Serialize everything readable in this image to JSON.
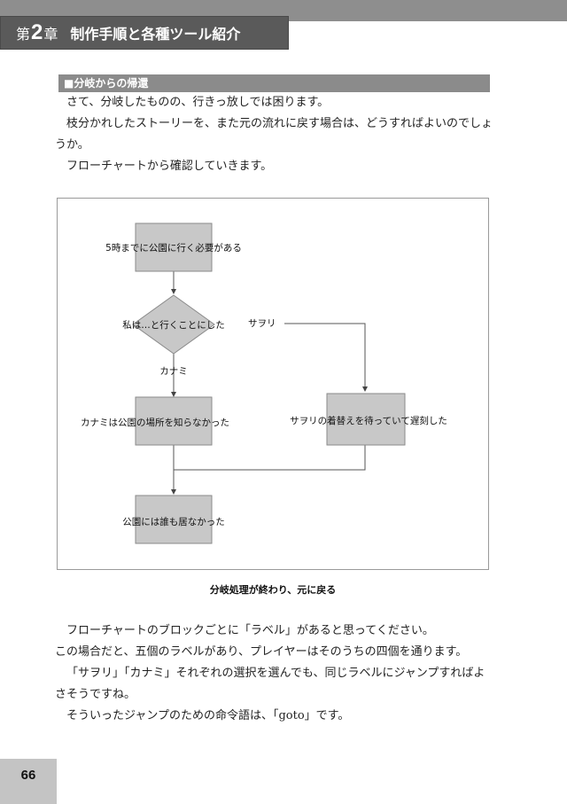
{
  "header": {
    "chapter_prefix": "第",
    "chapter_number": "2",
    "chapter_suffix": "章",
    "chapter_title": "制作手順と各種ツール紹介"
  },
  "section": {
    "heading": "■分岐からの帰還"
  },
  "intro": [
    "さて、分岐したものの、行きっ放しでは困ります。",
    "枝分かれしたストーリーを、また元の流れに戻す場合は、どうすればよいのでしょうか。",
    "フローチャートから確認していきます。"
  ],
  "flowchart": {
    "box_start": "5時までに公園に行く必要がある",
    "decision": "私は…と行くことにした",
    "branch_right": "サヲリ",
    "branch_down": "カナミ",
    "box_kanami": "カナミは公園の場所を知らなかった",
    "box_saori": "サヲリの着替えを待っていて遅刻した",
    "box_end": "公園には誰も居なかった"
  },
  "caption": "分岐処理が終わり、元に戻る",
  "outro": [
    "フローチャートのブロックごとに「ラベル」があると思ってください。",
    "この場合だと、五個のラベルがあり、プレイヤーはそのうちの四個を通ります。",
    "「サヲリ」「カナミ」それぞれの選択を選んでも、同じラベルにジャンプすればよさそうですね。",
    "そういったジャンプのための命令語は、「goto」です。"
  ],
  "page_number": "66",
  "colors": {
    "header_band": "#8e8e8e",
    "header_dark": "#5a5a5a",
    "section_bar": "#8b8b8b",
    "flow_box": "#c8c8c8",
    "page_box": "#c4c4c4"
  }
}
